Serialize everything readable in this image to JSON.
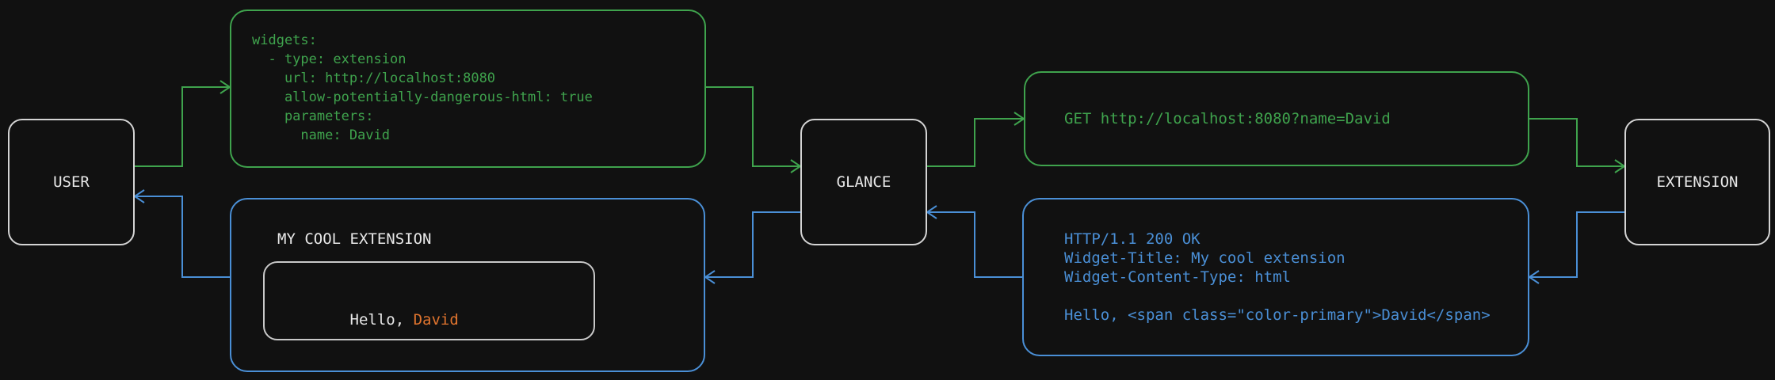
{
  "colors": {
    "background": "#111111",
    "green": "#3fa34d",
    "blue": "#4a8fd6",
    "orange": "#e0742e",
    "white": "#e8e8e8",
    "node-border": "#d4d4d4",
    "inner-border": "#c9c9c9"
  },
  "nodes": {
    "user": {
      "label": "USER"
    },
    "glance": {
      "label": "GLANCE"
    },
    "extension": {
      "label": "EXTENSION"
    }
  },
  "config_box": {
    "lines": [
      "widgets:",
      "  - type: extension",
      "    url: http://localhost:8080",
      "    allow-potentially-dangerous-html: true",
      "    parameters:",
      "      name: David"
    ]
  },
  "request_box": {
    "line": "GET http://localhost:8080?name=David"
  },
  "response_box": {
    "lines": [
      "HTTP/1.1 200 OK",
      "Widget-Title: My cool extension",
      "Widget-Content-Type: html",
      "",
      "Hello, <span class=\"color-primary\">David</span>"
    ]
  },
  "widget_box": {
    "title": "MY COOL EXTENSION",
    "greeting_prefix": "Hello, ",
    "greeting_name": "David"
  }
}
